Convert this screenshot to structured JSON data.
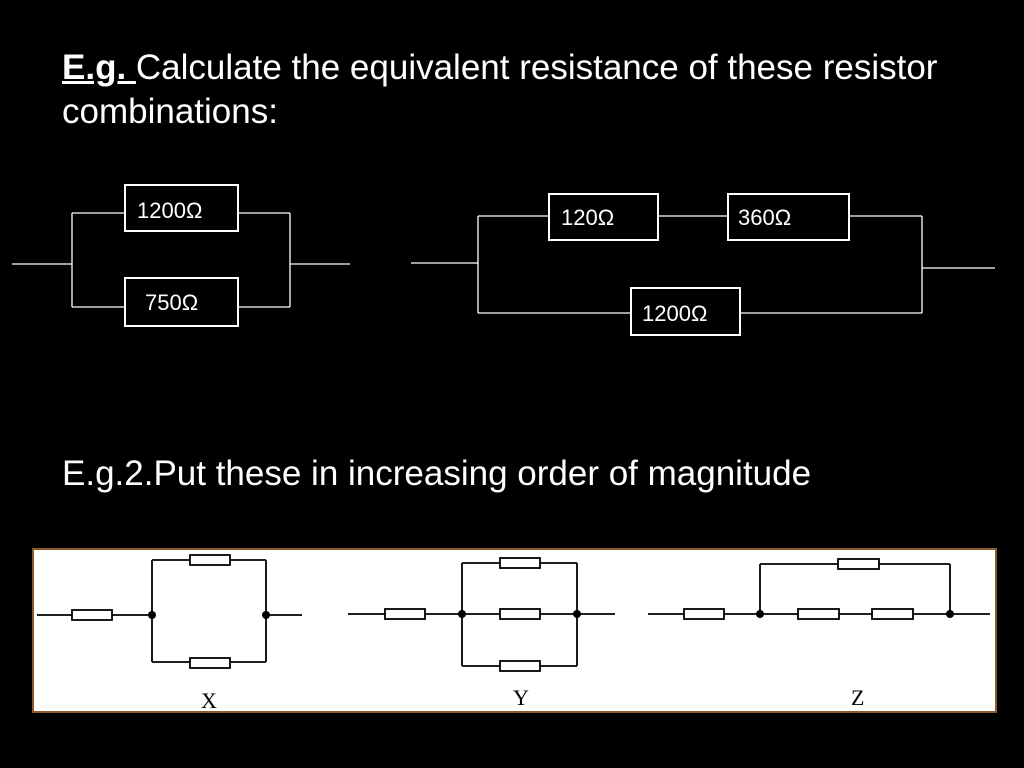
{
  "slide": {
    "title_lead": "E.g. ",
    "title_rest": "Calculate the equivalent resistance of these resistor combinations:",
    "question2": "E.g.2.Put these in increasing order of magnitude"
  },
  "circuit1": {
    "top_resistor": "1200Ω",
    "bottom_resistor": "750Ω"
  },
  "circuit2": {
    "top_left_resistor": "120Ω",
    "top_right_resistor": "360Ω",
    "bottom_resistor": "1200Ω"
  },
  "panel": {
    "background": "#ffffff",
    "border_color": "#8b5a2b",
    "labels": [
      "X",
      "Y",
      "Z"
    ]
  },
  "colors": {
    "background": "#000000",
    "text": "#ffffff"
  }
}
